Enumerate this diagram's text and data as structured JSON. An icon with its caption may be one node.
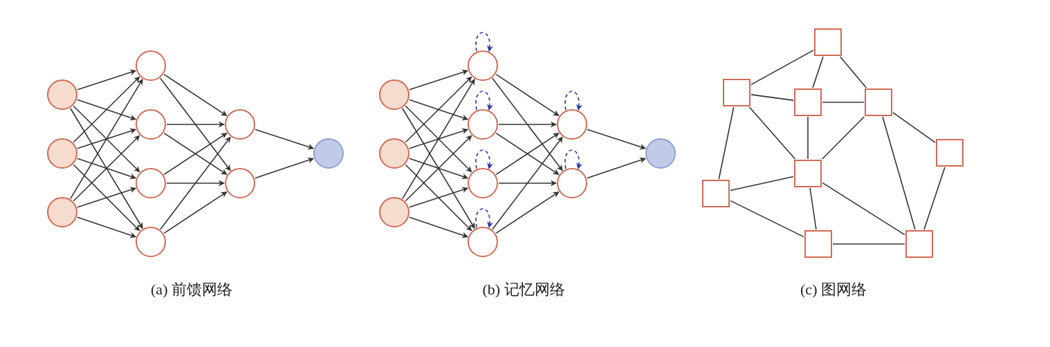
{
  "diagram": {
    "nodes": [
      {
        "text": [],
        "shape": "circle"
      },
      {
        "text": [],
        "shape": "circle"
      },
      {
        "text": [],
        "shape": "circle"
      },
      {
        "text": [],
        "shape": "circle"
      },
      {
        "text": [],
        "shape": "circle"
      },
      {
        "text": [],
        "shape": "circle"
      },
      {
        "text": [],
        "shape": "circle"
      },
      {
        "text": [],
        "shape": "circle"
      },
      {
        "text": [],
        "shape": "circle"
      },
      {
        "text": [],
        "shape": "circle"
      },
      {
        "text": [],
        "shape": "circle"
      },
      {
        "text": [],
        "shape": "circle"
      },
      {
        "text": [],
        "shape": "circle"
      },
      {
        "text": [],
        "shape": "circle"
      },
      {
        "text": [],
        "shape": "circle"
      },
      {
        "text": [],
        "shape": "circle"
      },
      {
        "text": [],
        "shape": "circle"
      },
      {
        "text": [],
        "shape": "circle"
      },
      {
        "text": [],
        "shape": "circle"
      },
      {
        "text": [],
        "shape": "circle"
      },
      {
        "text": [],
        "shape": "box"
      },
      {
        "text": [],
        "shape": "box"
      },
      {
        "text": [],
        "shape": "box"
      },
      {
        "text": [],
        "shape": "box"
      },
      {
        "text": [],
        "shape": "box"
      },
      {
        "text": [],
        "shape": "box"
      },
      {
        "text": [],
        "shape": "box"
      },
      {
        "text": [],
        "shape": "box"
      },
      {
        "text": [],
        "shape": "box"
      }
    ],
    "edges": [
      {
        "from": 0,
        "to": 3,
        "arrow": "to"
      },
      {
        "from": 0,
        "to": 4,
        "arrow": "to"
      },
      {
        "from": 0,
        "to": 5,
        "arrow": "to"
      },
      {
        "from": 0,
        "to": 6,
        "arrow": "to"
      },
      {
        "from": 1,
        "to": 3,
        "arrow": "to"
      },
      {
        "from": 1,
        "to": 4,
        "arrow": "to"
      },
      {
        "from": 1,
        "to": 5,
        "arrow": "to"
      },
      {
        "from": 1,
        "to": 6,
        "arrow": "to"
      },
      {
        "from": 2,
        "to": 3,
        "arrow": "to"
      },
      {
        "from": 2,
        "to": 4,
        "arrow": "to"
      },
      {
        "from": 2,
        "to": 5,
        "arrow": "to"
      },
      {
        "from": 2,
        "to": 6,
        "arrow": "to"
      },
      {
        "from": 3,
        "to": 7,
        "arrow": "to"
      },
      {
        "from": 3,
        "to": 8,
        "arrow": "to"
      },
      {
        "from": 4,
        "to": 7,
        "arrow": "to"
      },
      {
        "from": 4,
        "to": 8,
        "arrow": "to"
      },
      {
        "from": 5,
        "to": 7,
        "arrow": "to"
      },
      {
        "from": 5,
        "to": 8,
        "arrow": "to"
      },
      {
        "from": 6,
        "to": 7,
        "arrow": "to"
      },
      {
        "from": 6,
        "to": 8,
        "arrow": "to"
      },
      {
        "from": 7,
        "to": 9,
        "arrow": "to"
      },
      {
        "from": 8,
        "to": 9,
        "arrow": "to"
      },
      {
        "from": 10,
        "to": 13,
        "arrow": "to"
      },
      {
        "from": 10,
        "to": 14,
        "arrow": "to"
      },
      {
        "from": 10,
        "to": 15,
        "arrow": "to"
      },
      {
        "from": 10,
        "to": 16,
        "arrow": "to"
      },
      {
        "from": 11,
        "to": 13,
        "arrow": "to"
      },
      {
        "from": 11,
        "to": 14,
        "arrow": "to"
      },
      {
        "from": 11,
        "to": 15,
        "arrow": "to"
      },
      {
        "from": 11,
        "to": 16,
        "arrow": "to"
      },
      {
        "from": 12,
        "to": 13,
        "arrow": "to"
      },
      {
        "from": 12,
        "to": 14,
        "arrow": "to"
      },
      {
        "from": 12,
        "to": 15,
        "arrow": "to"
      },
      {
        "from": 12,
        "to": 16,
        "arrow": "to"
      },
      {
        "from": 13,
        "to": 17,
        "arrow": "to"
      },
      {
        "from": 13,
        "to": 18,
        "arrow": "to"
      },
      {
        "from": 14,
        "to": 17,
        "arrow": "to"
      },
      {
        "from": 14,
        "to": 18,
        "arrow": "to"
      },
      {
        "from": 15,
        "to": 17,
        "arrow": "to"
      },
      {
        "from": 15,
        "to": 18,
        "arrow": "to"
      },
      {
        "from": 16,
        "to": 17,
        "arrow": "to"
      },
      {
        "from": 16,
        "to": 18,
        "arrow": "to"
      },
      {
        "from": 17,
        "to": 19,
        "arrow": "to"
      },
      {
        "from": 18,
        "to": 19,
        "arrow": "to"
      },
      {
        "from": 13,
        "to": 13,
        "arrow": "to",
        "style": "dashed",
        "color": "#2a35a8"
      },
      {
        "from": 14,
        "to": 14,
        "arrow": "to",
        "style": "dashed",
        "color": "#2a35a8"
      },
      {
        "from": 15,
        "to": 15,
        "arrow": "to",
        "style": "dashed",
        "color": "#2a35a8"
      },
      {
        "from": 16,
        "to": 16,
        "arrow": "to",
        "style": "dashed",
        "color": "#2a35a8"
      },
      {
        "from": 17,
        "to": 17,
        "arrow": "to",
        "style": "dashed",
        "color": "#2a35a8"
      },
      {
        "from": 18,
        "to": 18,
        "arrow": "to",
        "style": "dashed",
        "color": "#2a35a8"
      },
      {
        "from": 20,
        "to": 21,
        "arrow": "none"
      },
      {
        "from": 20,
        "to": 22,
        "arrow": "none"
      },
      {
        "from": 20,
        "to": 23,
        "arrow": "none"
      },
      {
        "from": 21,
        "to": 22,
        "arrow": "none"
      },
      {
        "from": 22,
        "to": 23,
        "arrow": "none"
      },
      {
        "from": 21,
        "to": 25,
        "arrow": "none"
      },
      {
        "from": 21,
        "to": 26,
        "arrow": "none"
      },
      {
        "from": 22,
        "to": 25,
        "arrow": "none"
      },
      {
        "from": 23,
        "to": 25,
        "arrow": "none"
      },
      {
        "from": 23,
        "to": 24,
        "arrow": "none"
      },
      {
        "from": 23,
        "to": 28,
        "arrow": "none"
      },
      {
        "from": 24,
        "to": 28,
        "arrow": "none"
      },
      {
        "from": 25,
        "to": 26,
        "arrow": "none"
      },
      {
        "from": 25,
        "to": 27,
        "arrow": "none"
      },
      {
        "from": 25,
        "to": 28,
        "arrow": "none"
      },
      {
        "from": 26,
        "to": 27,
        "arrow": "none"
      },
      {
        "from": 27,
        "to": 28,
        "arrow": "none"
      }
    ],
    "labels": [
      "(a) 前馈网络",
      "(b) 记忆网络",
      "(c) 图网络"
    ]
  }
}
